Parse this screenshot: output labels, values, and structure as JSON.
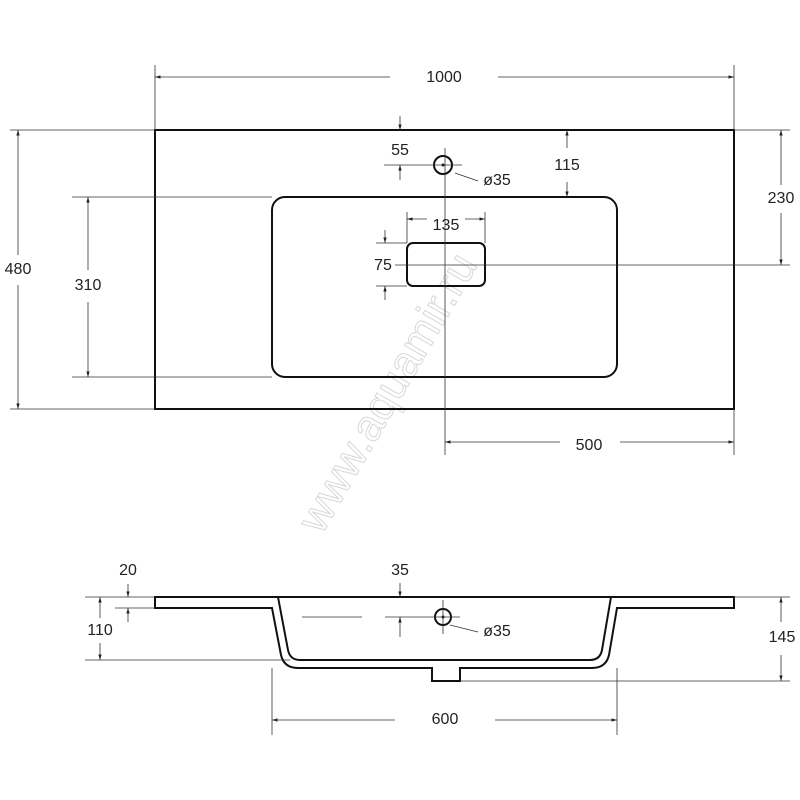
{
  "watermark": "www.aquamir.ru",
  "top_view": {
    "overall_width": "1000",
    "overall_depth": "480",
    "bowl_depth": "310",
    "drain_offset": "230",
    "bowl_front_offset": "115",
    "overflow_offset": "55",
    "overflow_diameter": "ø35",
    "drain_width": "135",
    "drain_height": "75",
    "center_offset": "500"
  },
  "side_view": {
    "slab_thickness": "20",
    "bowl_height": "110",
    "total_height": "145",
    "overflow_offset": "35",
    "overflow_diameter": "ø35",
    "bowl_width": "600"
  }
}
